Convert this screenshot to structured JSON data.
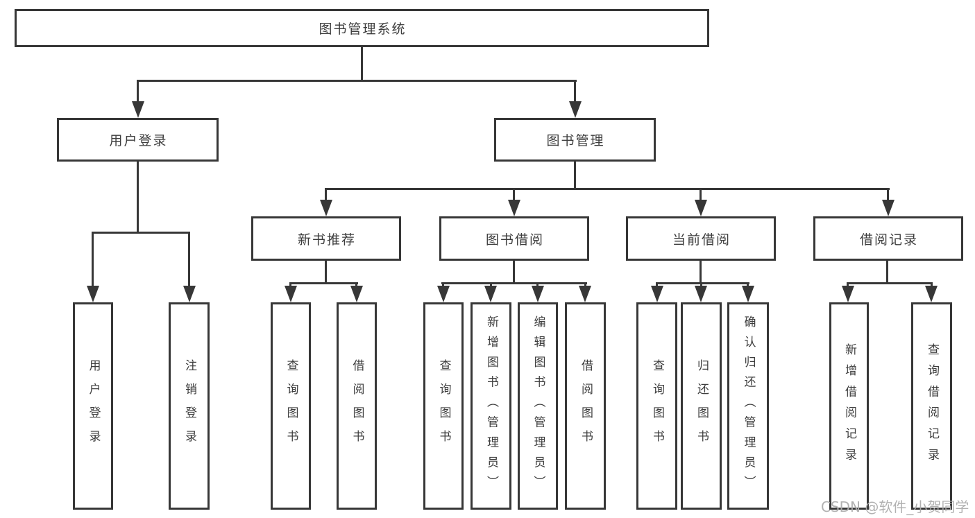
{
  "colors": {
    "line": "#373737",
    "text": "#3d3d3d",
    "watermark": "#adadad",
    "background": "#ffffff"
  },
  "watermark": {
    "text": "CSDN @软件_小贺同学"
  },
  "tree": {
    "label": "图书管理系统",
    "children": [
      {
        "label": "用户登录",
        "children": [
          {
            "label": "用户登录"
          },
          {
            "label": "注销登录"
          }
        ]
      },
      {
        "label": "图书管理",
        "children": [
          {
            "label": "新书推荐",
            "children": [
              {
                "label": "查询图书"
              },
              {
                "label": "借阅图书"
              }
            ]
          },
          {
            "label": "图书借阅",
            "children": [
              {
                "label": "查询图书"
              },
              {
                "label": "新增图书（管理员）"
              },
              {
                "label": "编辑图书（管理员）"
              },
              {
                "label": "借阅图书"
              }
            ]
          },
          {
            "label": "当前借阅",
            "children": [
              {
                "label": "查询图书"
              },
              {
                "label": "归还图书"
              },
              {
                "label": "确认归还（管理员）"
              }
            ]
          },
          {
            "label": "借阅记录",
            "children": [
              {
                "label": "新增借阅记录"
              },
              {
                "label": "查询借阅记录"
              }
            ]
          }
        ]
      }
    ]
  }
}
